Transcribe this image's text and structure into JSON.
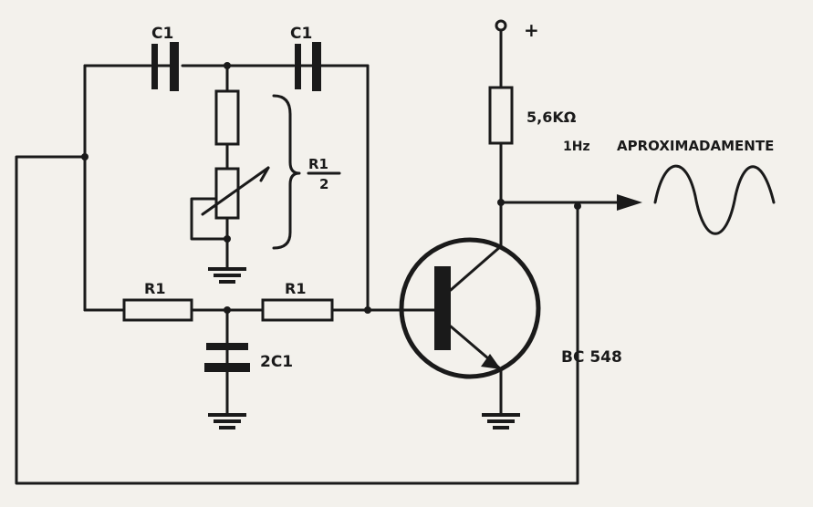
{
  "labels": {
    "c1_left": "C1",
    "c1_right": "C1",
    "r1_half_num": "R1",
    "r1_half_den": "2",
    "r1_left": "R1",
    "r1_right": "R1",
    "two_c1": "2C1",
    "resistor_value": "5,6KΩ",
    "supply_plus": "+",
    "frequency": "1Hz",
    "approx": "APROXIMADAMENTE",
    "transistor": "BC 548"
  }
}
